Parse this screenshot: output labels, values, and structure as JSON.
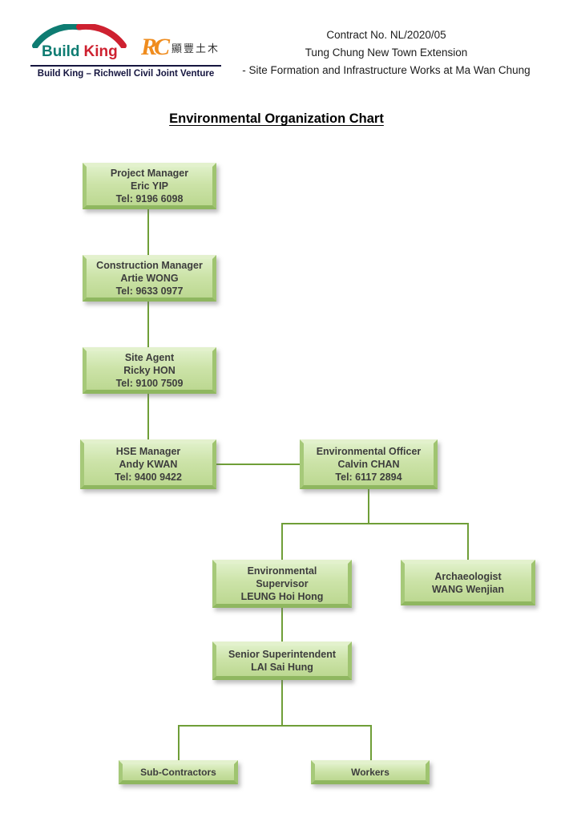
{
  "header": {
    "logo": {
      "build_word": "Build",
      "king_word": "King",
      "rc_mark": "RC",
      "rc_chinese": "顯豐土木",
      "joint_venture_line": "Build King – Richwell Civil Joint Venture"
    },
    "contract_lines": {
      "line1": "Contract No. NL/2020/05",
      "line2": "Tung Chung New Town Extension",
      "line3": "- Site Formation and Infrastructure Works at Ma Wan Chung"
    }
  },
  "title": "Environmental Organization Chart",
  "chart": {
    "nodes": [
      {
        "id": "project-manager",
        "lines": [
          "Project Manager",
          "Eric YIP",
          "Tel: 9196 6098"
        ]
      },
      {
        "id": "construction-manager",
        "lines": [
          "Construction Manager",
          "Artie WONG",
          "Tel: 9633 0977"
        ]
      },
      {
        "id": "site-agent",
        "lines": [
          "Site Agent",
          "Ricky HON",
          "Tel: 9100 7509"
        ]
      },
      {
        "id": "hse-manager",
        "lines": [
          "HSE Manager",
          "Andy KWAN",
          "Tel: 9400 9422"
        ]
      },
      {
        "id": "environmental-officer",
        "lines": [
          "Environmental Officer",
          "Calvin CHAN",
          "Tel: 6117 2894"
        ]
      },
      {
        "id": "environmental-supervisor",
        "lines": [
          "Environmental",
          "Supervisor",
          "LEUNG Hoi Hong"
        ]
      },
      {
        "id": "archaeologist",
        "lines": [
          "Archaeologist",
          "WANG Wenjian"
        ]
      },
      {
        "id": "senior-superintendent",
        "lines": [
          "Senior Superintendent",
          "LAI Sai Hung"
        ]
      },
      {
        "id": "sub-contractors",
        "lines": [
          "Sub-Contractors"
        ]
      },
      {
        "id": "workers",
        "lines": [
          "Workers"
        ]
      }
    ],
    "edges": [
      {
        "from": "project-manager",
        "to": "construction-manager"
      },
      {
        "from": "construction-manager",
        "to": "site-agent"
      },
      {
        "from": "site-agent",
        "to": "hse-manager"
      },
      {
        "from": "hse-manager",
        "to": "environmental-officer"
      },
      {
        "from": "environmental-officer",
        "to": "environmental-supervisor"
      },
      {
        "from": "environmental-officer",
        "to": "archaeologist"
      },
      {
        "from": "environmental-supervisor",
        "to": "senior-superintendent"
      },
      {
        "from": "senior-superintendent",
        "to": "sub-contractors"
      },
      {
        "from": "senior-superintendent",
        "to": "workers"
      }
    ]
  },
  "colors": {
    "box_fill_light": "#dff0c8",
    "box_fill_dark": "#bcd891",
    "box_bevel_dark": "#8fb760",
    "connector_green": "#6f9e38",
    "logo_teal": "#0e7c72",
    "logo_red": "#ce2130",
    "logo_orange": "#ef8c1e",
    "jv_navy": "#15153f",
    "text_dark": "#3d3d3d"
  }
}
